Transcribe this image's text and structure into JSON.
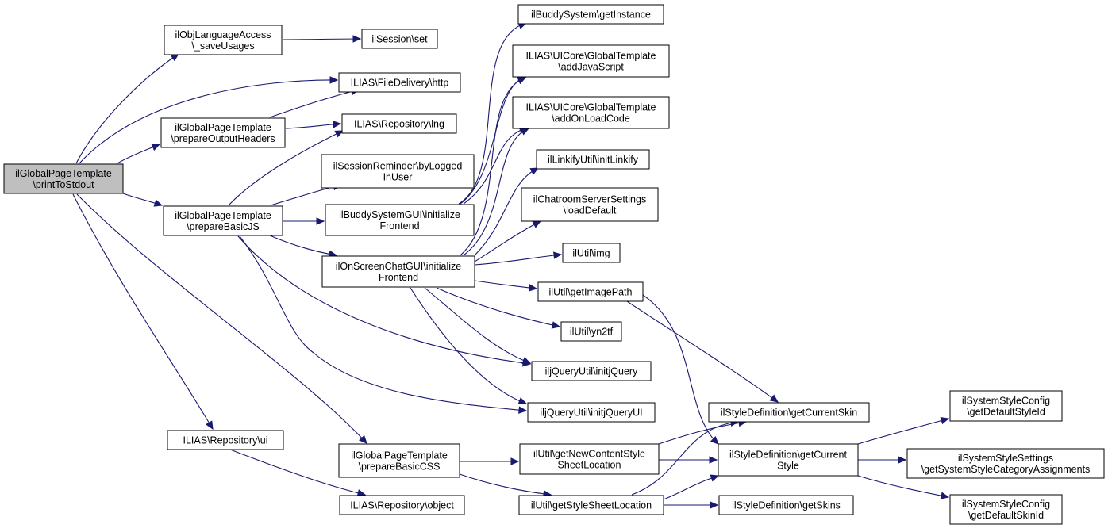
{
  "graph": {
    "nodes": [
      {
        "id": "root",
        "lines": [
          "ilGlobalPageTemplate",
          "\\printToStdout"
        ],
        "highlighted": true
      },
      {
        "id": "n_objlang",
        "lines": [
          "ilObjLanguageAccess",
          "\\_saveUsages"
        ]
      },
      {
        "id": "n_session_set",
        "lines": [
          "ilSession\\set"
        ]
      },
      {
        "id": "n_filedelivery",
        "lines": [
          "ILIAS\\FileDelivery\\http"
        ]
      },
      {
        "id": "n_prepare_output",
        "lines": [
          "ilGlobalPageTemplate",
          "\\prepareOutputHeaders"
        ]
      },
      {
        "id": "n_lng",
        "lines": [
          "ILIAS\\Repository\\lng"
        ]
      },
      {
        "id": "n_session_rem",
        "lines": [
          "ilSessionReminder\\byLogged",
          "InUser"
        ]
      },
      {
        "id": "n_prepare_js",
        "lines": [
          "ilGlobalPageTemplate",
          "\\prepareBasicJS"
        ]
      },
      {
        "id": "n_buddy_gui",
        "lines": [
          "ilBuddySystemGUI\\initialize",
          "Frontend"
        ]
      },
      {
        "id": "n_onscreen",
        "lines": [
          "ilOnScreenChatGUI\\initialize",
          "Frontend"
        ]
      },
      {
        "id": "n_buddy_inst",
        "lines": [
          "ilBuddySystem\\getInstance"
        ]
      },
      {
        "id": "n_addjs",
        "lines": [
          "ILIAS\\UICore\\GlobalTemplate",
          "\\addJavaScript"
        ]
      },
      {
        "id": "n_addonload",
        "lines": [
          "ILIAS\\UICore\\GlobalTemplate",
          "\\addOnLoadCode"
        ]
      },
      {
        "id": "n_linkify",
        "lines": [
          "ilLinkifyUtil\\initLinkify"
        ]
      },
      {
        "id": "n_chatroom",
        "lines": [
          "ilChatroomServerSettings",
          "\\loadDefault"
        ]
      },
      {
        "id": "n_img",
        "lines": [
          "ilUtil\\img"
        ]
      },
      {
        "id": "n_imagepath",
        "lines": [
          "ilUtil\\getImagePath"
        ]
      },
      {
        "id": "n_yn2tf",
        "lines": [
          "ilUtil\\yn2tf"
        ]
      },
      {
        "id": "n_jquery",
        "lines": [
          "iljQueryUtil\\initjQuery"
        ]
      },
      {
        "id": "n_jqueryui",
        "lines": [
          "iljQueryUtil\\initjQueryUI"
        ]
      },
      {
        "id": "n_repo_ui",
        "lines": [
          "ILIAS\\Repository\\ui"
        ]
      },
      {
        "id": "n_prepare_css",
        "lines": [
          "ilGlobalPageTemplate",
          "\\prepareBasicCSS"
        ]
      },
      {
        "id": "n_repo_object",
        "lines": [
          "ILIAS\\Repository\\object"
        ]
      },
      {
        "id": "n_newcontent",
        "lines": [
          "ilUtil\\getNewContentStyle",
          "SheetLocation"
        ]
      },
      {
        "id": "n_stylesheet",
        "lines": [
          "ilUtil\\getStyleSheetLocation"
        ]
      },
      {
        "id": "n_currentskin",
        "lines": [
          "ilStyleDefinition\\getCurrentSkin"
        ]
      },
      {
        "id": "n_currentstyle",
        "lines": [
          "ilStyleDefinition\\getCurrent",
          "Style"
        ]
      },
      {
        "id": "n_getskins",
        "lines": [
          "ilStyleDefinition\\getSkins"
        ]
      },
      {
        "id": "n_defstyle",
        "lines": [
          "ilSystemStyleConfig",
          "\\getDefaultStyleId"
        ]
      },
      {
        "id": "n_catassign",
        "lines": [
          "ilSystemStyleSettings",
          "\\getSystemStyleCategoryAssignments"
        ]
      },
      {
        "id": "n_defskin",
        "lines": [
          "ilSystemStyleConfig",
          "\\getDefaultSkinId"
        ]
      }
    ]
  }
}
